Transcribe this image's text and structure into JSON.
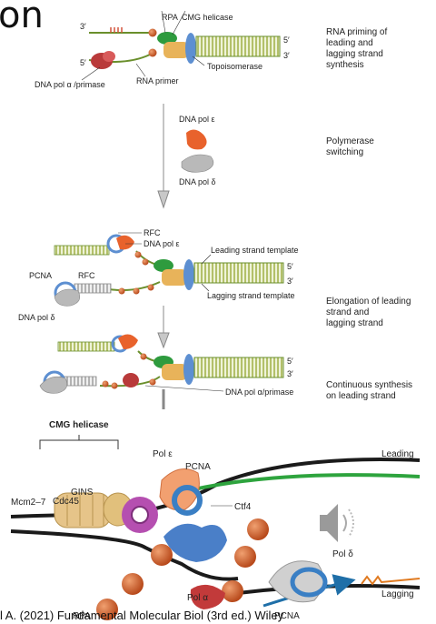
{
  "title_fragment": "on",
  "panels": [
    {
      "caption": "RNA priming of\nleading and\nlagging strand\nsynthesis",
      "labels": {
        "rpa": "RPA",
        "cmg": "CMG helicase",
        "topo": "Topoisomerase",
        "primase": "DNA pol α /primase",
        "primer": "RNA primer",
        "end5_top": "5′",
        "end3_top": "3′",
        "end3_left": "3′",
        "end5_left": "5′"
      }
    },
    {
      "caption": "Polymerase\nswitching",
      "labels": {
        "pol_e": "DNA pol ε",
        "pol_d": "DNA pol δ"
      }
    },
    {
      "caption": "Elongation of leading\nstrand and\nlagging strand",
      "labels": {
        "rfc_top": "RFC",
        "pol_e": "DNA pol ε",
        "leading": "Leading strand template",
        "lagging": "Lagging strand template",
        "pcna": "PCNA",
        "rfc_left": "RFC",
        "pol_d": "DNA pol δ",
        "end5": "5′",
        "end3": "3′"
      }
    },
    {
      "caption": "Continuous synthesis\non leading strand",
      "labels": {
        "primase": "DNA pol α/primase",
        "end5": "5′",
        "end3": "3′"
      }
    }
  ],
  "bottom": {
    "heading": "CMG helicase",
    "labels": {
      "gins": "GINS",
      "cdc45": "Cdc45",
      "mcm": "Mcm2–7",
      "pol_e": "Pol ε",
      "pcna_top": "PCNA",
      "ctf4": "Ctf4",
      "leading": "Leading",
      "lagging": "Lagging",
      "pol_d": "Pol δ",
      "pol_a": "Pol α",
      "rpa": "RPA",
      "pcna_bottom": "PCNA"
    }
  },
  "citation": "l A. (2021) Fundamental Molecular Biol (3rd ed.) Wiley"
}
